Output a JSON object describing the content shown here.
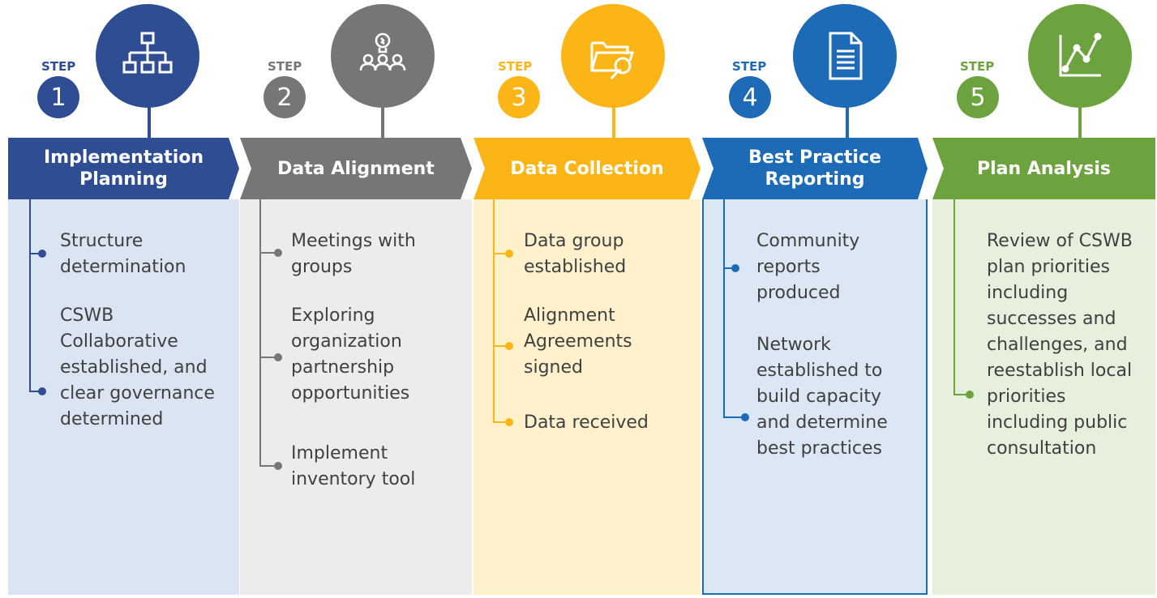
{
  "step_word": "STEP",
  "steps": [
    {
      "number": "1",
      "title": "Implementation Planning",
      "icon": "org-chart-icon",
      "color": "#2e4d92",
      "panel": "#dbe4f3",
      "items": [
        "Structure determination",
        "CSWB Collaborative established, and clear governance determined"
      ]
    },
    {
      "number": "2",
      "title": "Data Alignment",
      "icon": "team-lightbulb-icon",
      "color": "#767676",
      "panel": "#ececec",
      "items": [
        "Meetings with groups",
        "Exploring organization partnership opportunities",
        "Implement inventory tool"
      ]
    },
    {
      "number": "3",
      "title": "Data Collection",
      "icon": "folder-search-icon",
      "color": "#fbb516",
      "panel": "#fff1cc",
      "items": [
        "Data group established",
        "Alignment Agreements signed",
        "Data received"
      ]
    },
    {
      "number": "4",
      "title": "Best Practice Reporting",
      "icon": "document-icon",
      "color": "#1d6ab6",
      "panel": "#dce7f5",
      "items": [
        "Community reports produced",
        "Network established to build capacity and determine best practices"
      ]
    },
    {
      "number": "5",
      "title": "Plan Analysis",
      "icon": "line-chart-icon",
      "color": "#6ca33e",
      "panel": "#e7f0dc",
      "items": [
        "Review of CSWB plan priorities including successes and challenges, and reestablish local priorities including public consultation"
      ]
    }
  ]
}
